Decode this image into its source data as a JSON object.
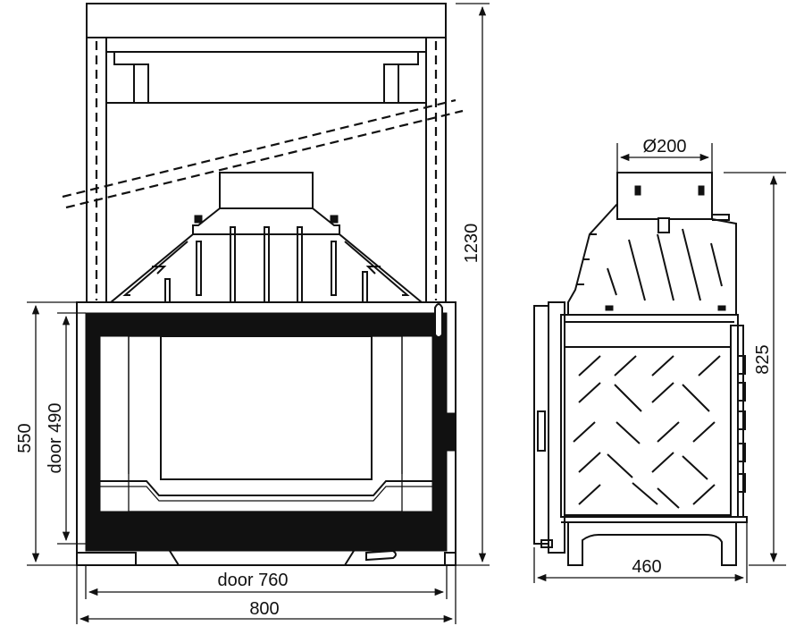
{
  "dimensions": {
    "total_height": "1230",
    "body_height": "550",
    "door_height": "door 490",
    "door_width": "door 760",
    "total_width": "800",
    "flue_diameter": "Ø200",
    "side_height": "825",
    "depth": "460"
  }
}
